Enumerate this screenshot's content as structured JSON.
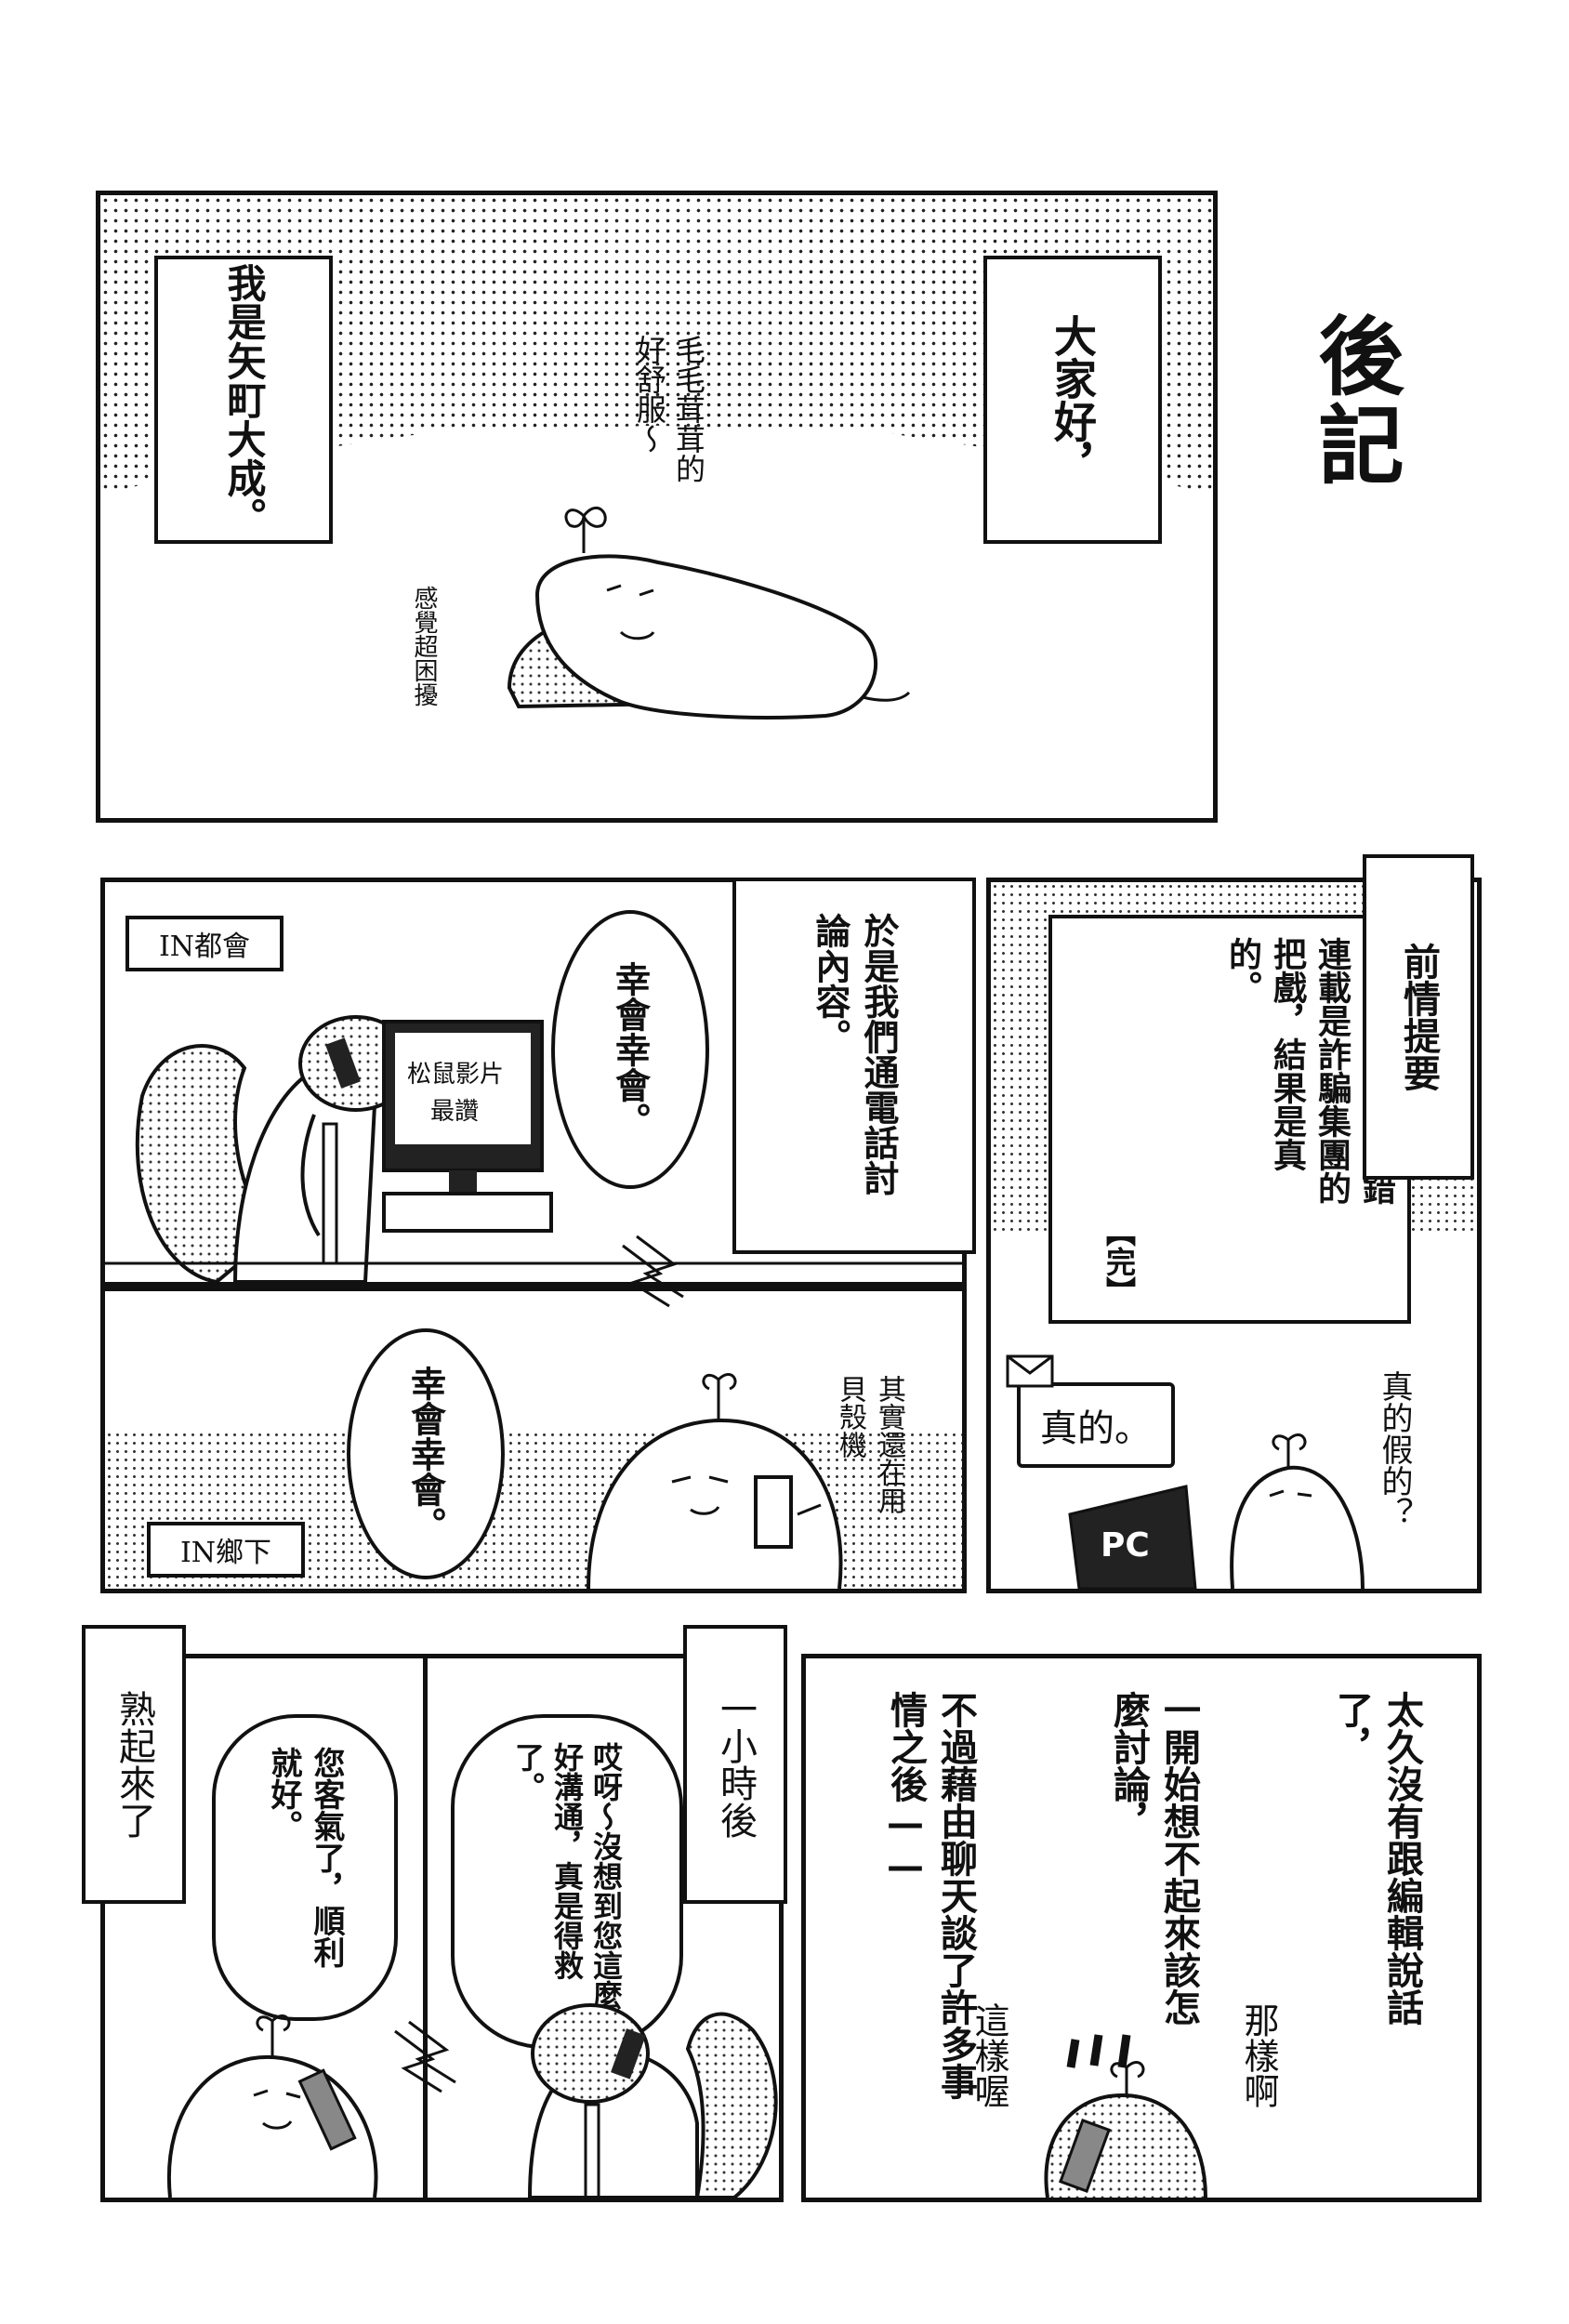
{
  "page": {
    "title": "後記"
  },
  "panel1": {
    "caption_right": "大家好，",
    "caption_left": "我是矢町大成。",
    "sfx_comfort": "毛毛茸茸的好舒服～",
    "sfx_sleepy": "感覺超困擾"
  },
  "panel2": {
    "tag": "IN都會",
    "bubble": "幸會幸會。",
    "narration": "於是我們通電話討論內容。",
    "monitor_text": "松鼠影片最讚"
  },
  "panel3": {
    "tag": "IN鄉下",
    "bubble": "幸會幸會。",
    "sfx_phone": "其實還在用貝殼機"
  },
  "panel4": {
    "title": "前情提要",
    "body": "以為要我執筆地錯連載是詐騙集團的把戲，結果是真的。",
    "end_mark": "【完】",
    "mail_bubble": "真的。",
    "sfx_really": "真的假的？",
    "pc_label": "PC"
  },
  "panel5": {
    "caption": "熟起來了",
    "bubble": "您客氣了，順利就好。"
  },
  "panel6": {
    "caption": "一小時後",
    "bubble": "哎呀～沒想到您這麼好溝通，真是得救了。"
  },
  "panel7": {
    "line1": "太久沒有跟編輯說話了，",
    "line2": "一開始想不起來該怎麼討論，",
    "line3": "不過藉由聊天談了許多事情之後——",
    "sfx_left": "這樣喔",
    "sfx_right": "那樣啊"
  }
}
